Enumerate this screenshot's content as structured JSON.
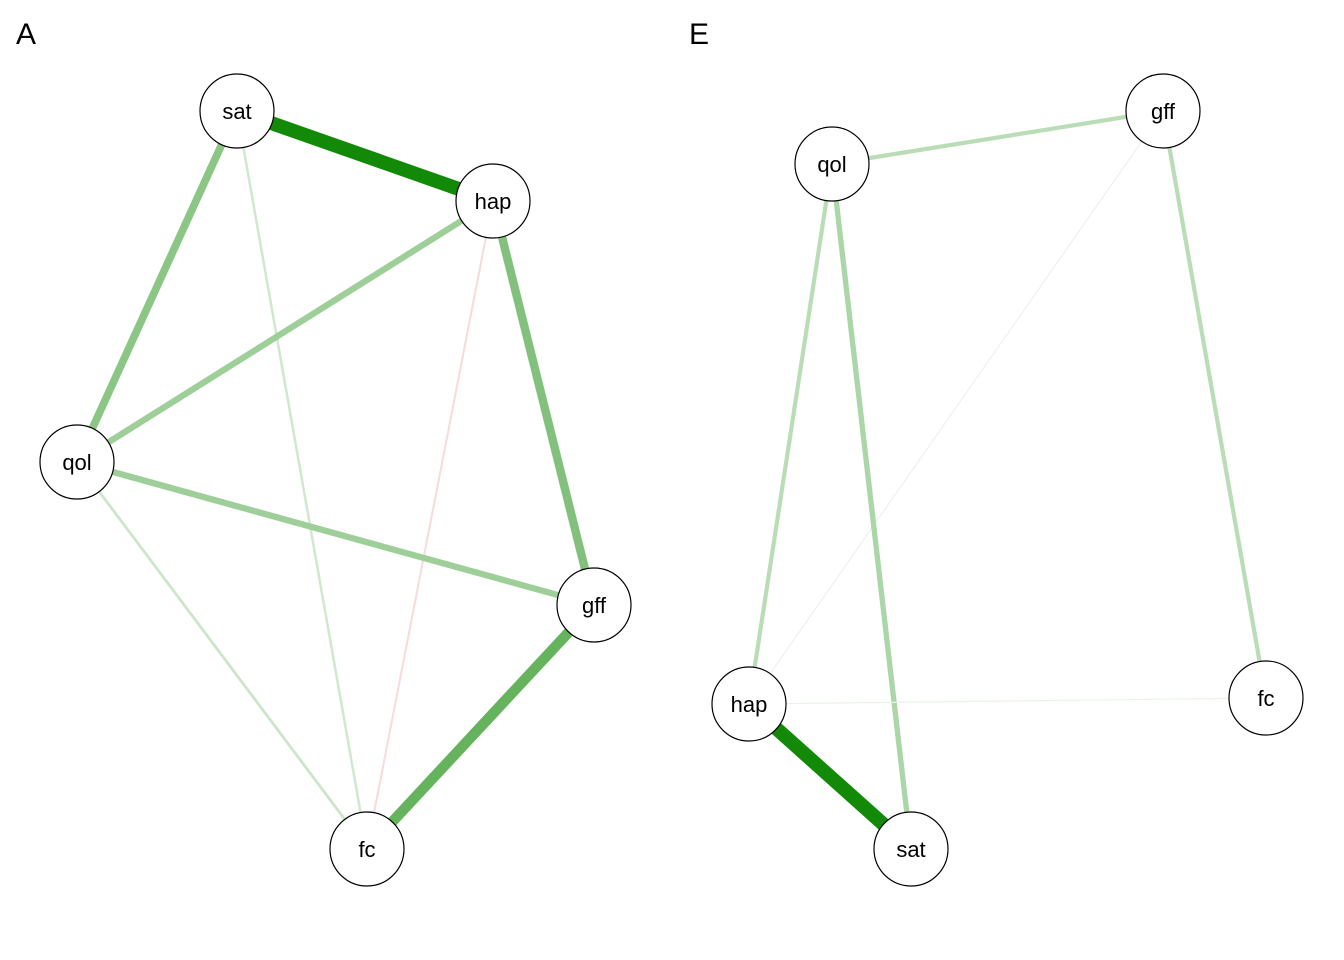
{
  "panels": [
    {
      "label": "A",
      "nodes": [
        "sat",
        "hap",
        "qol",
        "gff",
        "fc"
      ],
      "edges": [
        {
          "from": "sat",
          "to": "hap",
          "weight": 1.0,
          "sign": "positive"
        },
        {
          "from": "sat",
          "to": "qol",
          "weight": 0.55,
          "sign": "positive"
        },
        {
          "from": "sat",
          "to": "fc",
          "weight": 0.18,
          "sign": "positive"
        },
        {
          "from": "hap",
          "to": "qol",
          "weight": 0.45,
          "sign": "positive"
        },
        {
          "from": "hap",
          "to": "gff",
          "weight": 0.6,
          "sign": "positive"
        },
        {
          "from": "hap",
          "to": "fc",
          "weight": 0.15,
          "sign": "negative"
        },
        {
          "from": "qol",
          "to": "gff",
          "weight": 0.45,
          "sign": "positive"
        },
        {
          "from": "qol",
          "to": "fc",
          "weight": 0.2,
          "sign": "positive"
        },
        {
          "from": "gff",
          "to": "fc",
          "weight": 0.75,
          "sign": "positive"
        }
      ]
    },
    {
      "label": "E",
      "nodes": [
        "gff",
        "qol",
        "hap",
        "fc",
        "sat"
      ],
      "edges": [
        {
          "from": "qol",
          "to": "gff",
          "weight": 0.3,
          "sign": "positive"
        },
        {
          "from": "gff",
          "to": "hap",
          "weight": 0.05,
          "sign": "positive"
        },
        {
          "from": "gff",
          "to": "fc",
          "weight": 0.3,
          "sign": "positive"
        },
        {
          "from": "qol",
          "to": "hap",
          "weight": 0.3,
          "sign": "positive"
        },
        {
          "from": "qol",
          "to": "sat",
          "weight": 0.38,
          "sign": "positive"
        },
        {
          "from": "hap",
          "to": "fc",
          "weight": 0.05,
          "sign": "positive"
        },
        {
          "from": "hap",
          "to": "sat",
          "weight": 1.0,
          "sign": "positive"
        }
      ]
    }
  ],
  "colors": {
    "positive": "#138a07",
    "negative": "#cc3333",
    "node_fill": "#ffffff",
    "node_stroke": "#000000"
  }
}
